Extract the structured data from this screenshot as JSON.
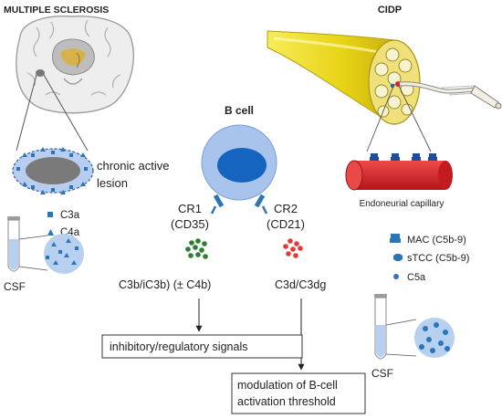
{
  "ms": {
    "title": "MULTIPLE SCLEROSIS",
    "lesion_line1": "chronic active",
    "lesion_line2": "lesion",
    "legend_c3a": "C3a",
    "legend_c4a": "C4a",
    "csf": "CSF"
  },
  "bcell": {
    "title": "B cell",
    "cr1_line1": "CR1",
    "cr1_line2": "(CD35)",
    "cr2_line1": "CR2",
    "cr2_line2": "(CD21)",
    "ligand1": "C3b/iC3b) (± C4b)",
    "ligand2": "C3d/C3dg",
    "box1": "inhibitory/regulatory signals",
    "box2_line1": "modulation of B-cell",
    "box2_line2": "activation threshold"
  },
  "cidp": {
    "title": "CIDP",
    "capillary": "Endoneurial capillary",
    "legend_mac": "MAC (C5b-9)",
    "legend_stcc": "sTCC (C5b-9)",
    "legend_c5a": "C5a",
    "csf": "CSF"
  },
  "colors": {
    "blue_marker": "#2e75b6",
    "bcell_outer": "#a9c4ec",
    "bcell_nucleus": "#1565c0",
    "green_dots": "#2e7d32",
    "red_dots": "#e53935",
    "capillary_red": "#d9262b",
    "nerve_yellow": "#f2e21a"
  }
}
